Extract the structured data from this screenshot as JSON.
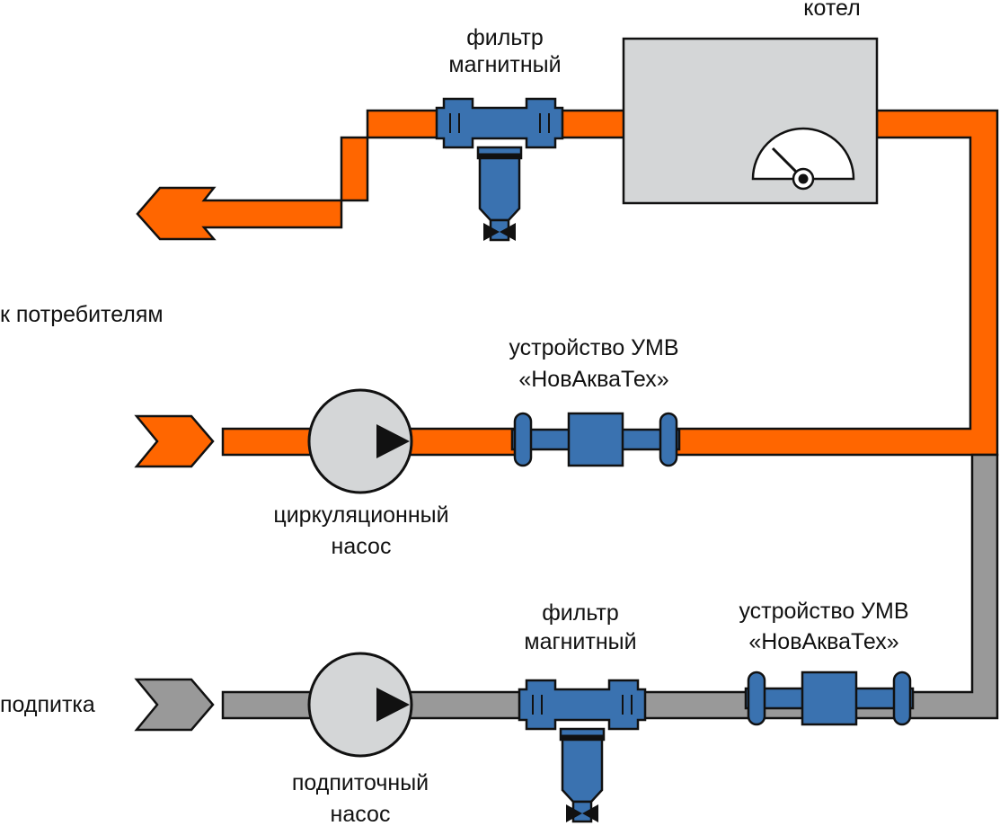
{
  "labels": {
    "boiler": "котел",
    "filter_top_line1": "фильтр",
    "filter_top_line2": "магнитный",
    "consumers": "к потребителям",
    "umv_mid_line1": "устройство УМВ",
    "umv_mid_line2": "«НовАкваТех»",
    "circ_pump_line1": "циркуляционный",
    "circ_pump_line2": "насос",
    "filter_bottom_line1": "фильтр",
    "filter_bottom_line2": "магнитный",
    "umv_bottom_line1": "устройство УМВ",
    "umv_bottom_line2": "«НовАкваТех»",
    "makeup": "подпитка",
    "makeup_pump_line1": "подпиточный",
    "makeup_pump_line2": "насос"
  },
  "colors": {
    "hot_pipe": "#ff6600",
    "cold_pipe": "#999999",
    "device_blue": "#3a72b0",
    "boiler_fill": "#d4d6d7",
    "pump_fill": "#d4d6d7",
    "outline": "#111111"
  },
  "icons": {
    "filter": "magnetic-filter-icon",
    "umv": "umv-device-icon",
    "pump": "pump-icon",
    "boiler": "boiler-icon",
    "gauge": "pressure-gauge-icon",
    "valve": "drain-valve-icon",
    "arrow": "flow-arrow-icon"
  }
}
